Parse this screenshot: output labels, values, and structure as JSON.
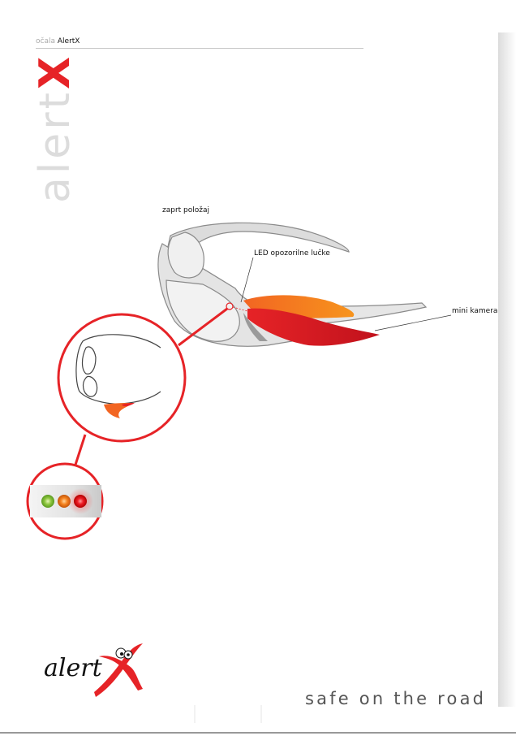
{
  "header": {
    "prefix": "očala",
    "brand": "AlertX"
  },
  "vertical_wordmark": {
    "light": "alert",
    "accent": "X"
  },
  "callouts": {
    "closed_position": "zaprt položaj",
    "led_lights": "LED opozorilne lučke",
    "mini_camera": "mini kamera"
  },
  "led_indicators": [
    "green-led",
    "orange-led",
    "red-led"
  ],
  "logo": {
    "text": "alert",
    "accent_letter": "X"
  },
  "tagline": "safe on the road",
  "colors": {
    "accent_red": "#e62327",
    "orange": "#f26522",
    "green": "#8dc63f"
  }
}
